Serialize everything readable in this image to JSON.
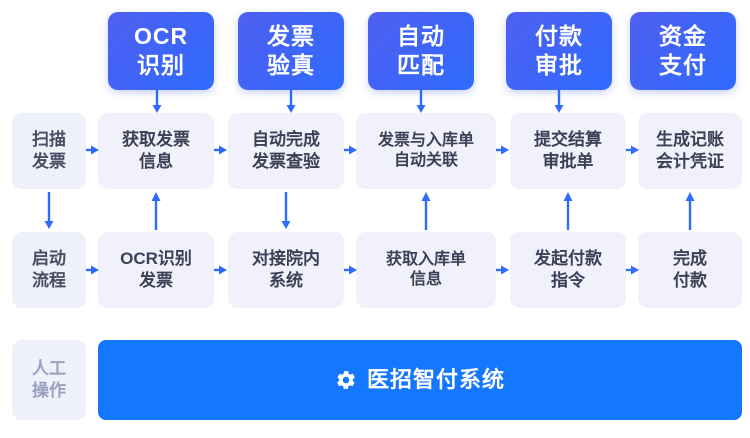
{
  "diagram": {
    "accent": "#2f6bff",
    "card_bg": "#f0f1fb",
    "header_gradient_from": "#4f5ff0",
    "header_gradient_to": "#2f6bff",
    "headers": [
      {
        "label": "OCR\n识别"
      },
      {
        "label": "发票\n验真"
      },
      {
        "label": "自动\n匹配"
      },
      {
        "label": "付款\n审批"
      },
      {
        "label": "资金\n支付"
      }
    ],
    "row_mid": [
      {
        "label": "扫描\n发票"
      },
      {
        "label": "获取发票\n信息"
      },
      {
        "label": "自动完成\n发票查验"
      },
      {
        "label": "发票与入库单\n自动关联"
      },
      {
        "label": "提交结算\n审批单"
      },
      {
        "label": "生成记账\n会计凭证"
      }
    ],
    "row_bottom": [
      {
        "label": "启动\n流程"
      },
      {
        "label": "OCR识别\n发票"
      },
      {
        "label": "对接院内\n系统"
      },
      {
        "label": "获取入库单\n信息"
      },
      {
        "label": "发起付款\n指令"
      },
      {
        "label": "完成\n付款"
      }
    ],
    "manual_label": "人工\n操作",
    "system_bar": {
      "icon": "gear-icon",
      "label": "医招智付系统"
    }
  }
}
